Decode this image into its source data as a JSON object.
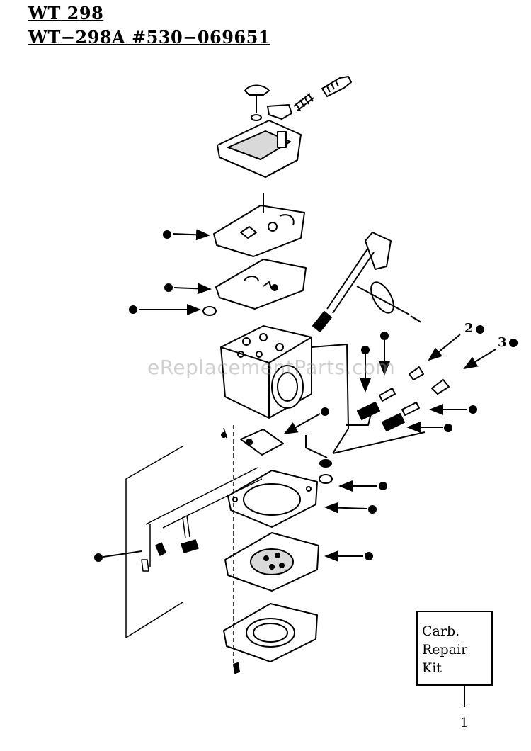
{
  "header": {
    "line1": "WT 298",
    "line2": "WT−298A #530−069651"
  },
  "watermark": "eReplacementParts.com",
  "kit_box": {
    "lines": [
      "Carb.",
      "Repair",
      "Kit"
    ],
    "ref_number": "1"
  },
  "callouts": {
    "jet_2": "2",
    "jet_3": "3"
  }
}
